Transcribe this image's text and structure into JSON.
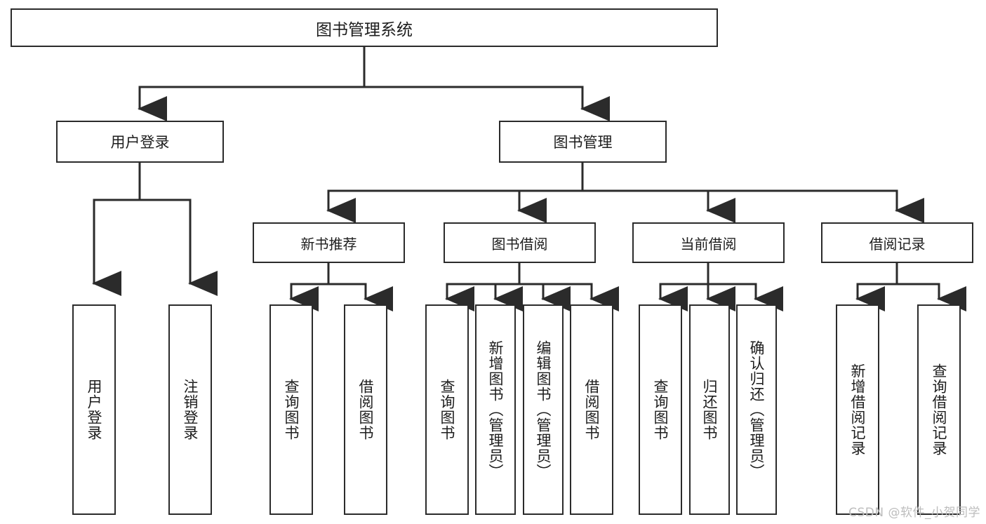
{
  "diagram": {
    "title": "图书管理系统",
    "type": "tree",
    "orientation": "top-down",
    "colors": {
      "background": "#ffffff",
      "box_border": "#2b2b2b",
      "box_fill": "#ffffff",
      "text": "#1d1d1d",
      "connector": "#2b2b2b",
      "watermark": "#bdbdbd"
    },
    "root": {
      "label": "图书管理系统"
    },
    "level1": [
      {
        "label": "用户登录"
      },
      {
        "label": "图书管理"
      }
    ],
    "level2": [
      {
        "label": "新书推荐",
        "parent": "图书管理"
      },
      {
        "label": "图书借阅",
        "parent": "图书管理"
      },
      {
        "label": "当前借阅",
        "parent": "图书管理"
      },
      {
        "label": "借阅记录",
        "parent": "图书管理"
      }
    ],
    "leaves": {
      "user_login": [
        {
          "label": "用户登录"
        },
        {
          "label": "注销登录"
        }
      ],
      "new_book": [
        {
          "label": "查询图书"
        },
        {
          "label": "借阅图书"
        }
      ],
      "book_borrow": [
        {
          "label": "查询图书"
        },
        {
          "label": "新增图书（管理员）"
        },
        {
          "label": "编辑图书（管理员）"
        },
        {
          "label": "借阅图书"
        }
      ],
      "current_borrow": [
        {
          "label": "查询图书"
        },
        {
          "label": "归还图书"
        },
        {
          "label": "确认归还（管理员）"
        }
      ],
      "borrow_record": [
        {
          "label": "新增借阅记录"
        },
        {
          "label": "查询借阅记录"
        }
      ]
    }
  },
  "watermark": {
    "text": "CSDN @软件_小贺同学"
  }
}
